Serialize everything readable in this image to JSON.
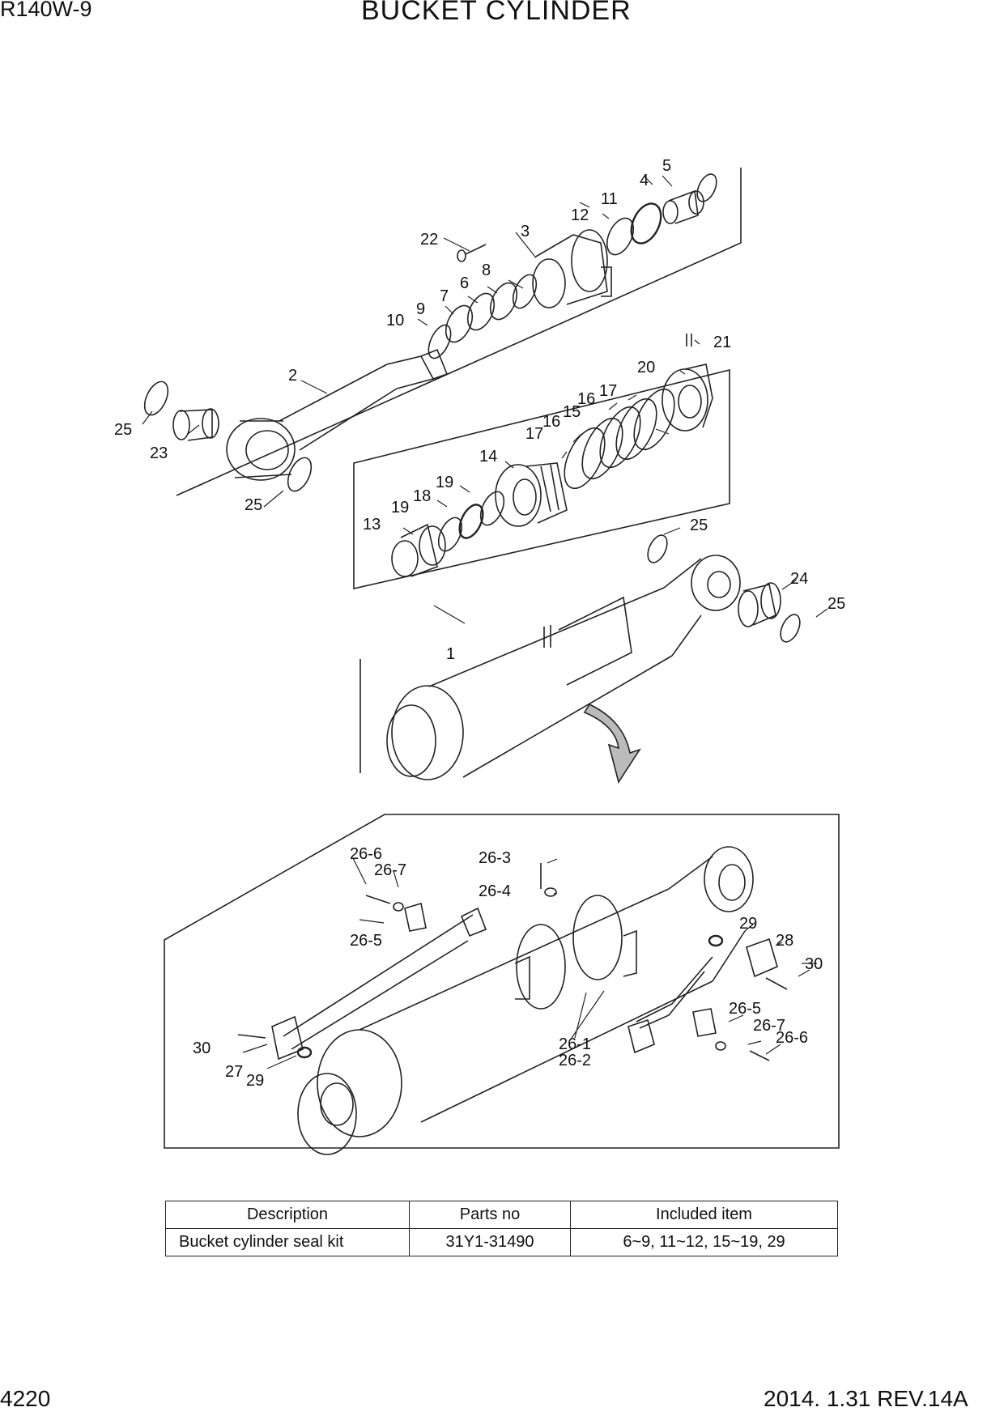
{
  "header": {
    "model": "R140W-9",
    "title": "BUCKET CYLINDER"
  },
  "footer": {
    "page_number": "4220",
    "revision": "2014. 1.31  REV.14A"
  },
  "callouts": {
    "c1": "1",
    "c2": "2",
    "c3": "3",
    "c4": "4",
    "c5": "5",
    "c6": "6",
    "c7": "7",
    "c8": "8",
    "c9": "9",
    "c10": "10",
    "c11": "11",
    "c12": "12",
    "c13": "13",
    "c14": "14",
    "c15": "15",
    "c16": "16",
    "c17": "17",
    "c18": "18",
    "c19": "19",
    "c20": "20",
    "c21": "21",
    "c22": "22",
    "c23": "23",
    "c24": "24",
    "c25": "25",
    "c26_1": "26-1",
    "c26_2": "26-2",
    "c26_3": "26-3",
    "c26_4": "26-4",
    "c26_5": "26-5",
    "c26_6": "26-6",
    "c26_7": "26-7",
    "c27": "27",
    "c28": "28",
    "c29": "29",
    "c30": "30"
  },
  "kit_table": {
    "headers": [
      "Description",
      "Parts no",
      "Included item"
    ],
    "rows": [
      {
        "description": "Bucket cylinder seal kit",
        "parts_no": "31Y1-31490",
        "included": "6~9, 11~12, 15~19, 29"
      }
    ]
  }
}
